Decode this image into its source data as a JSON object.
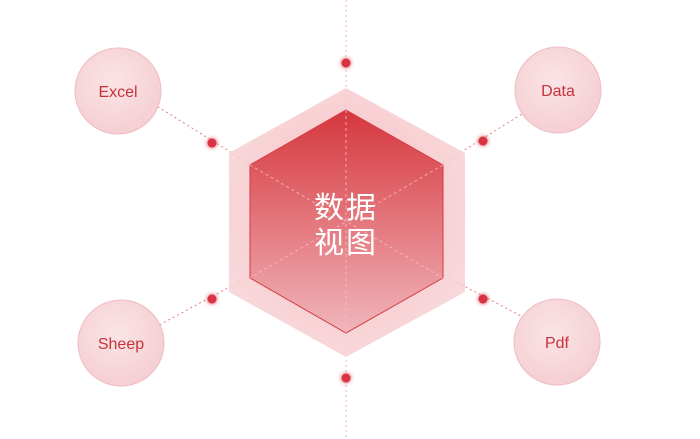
{
  "center": {
    "line1": "数据",
    "line2": "视图"
  },
  "nodes": {
    "excel": "Excel",
    "data": "Data",
    "sheep": "Sheep",
    "pdf": "Pdf"
  },
  "colors": {
    "accent": "#d9333f",
    "hex_dark": "#d33d45",
    "hex_light": "#f3c7cb",
    "outer_fill": "#f6c9cd",
    "circle_fill": "#f8dadd",
    "line": "#e77b82"
  }
}
